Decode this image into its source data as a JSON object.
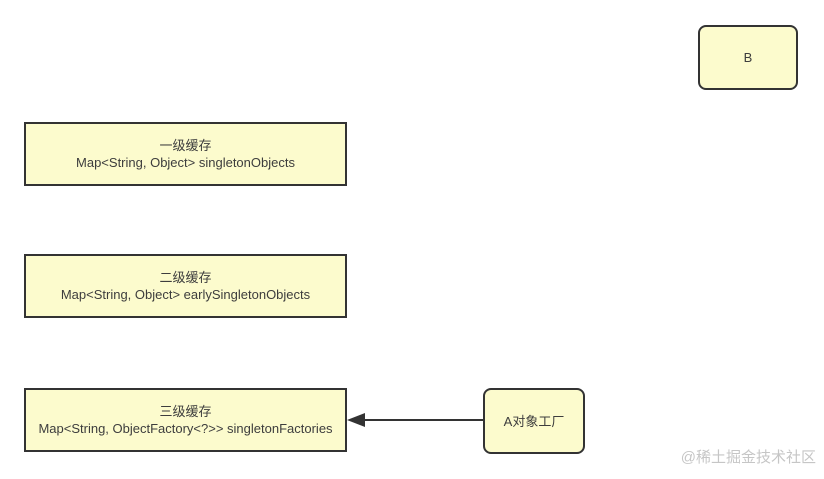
{
  "theme": {
    "page_bg": "#ffffff",
    "box_fill": "#fcfbcd",
    "box_border": "#333333",
    "text_color": "#3d3d3d",
    "watermark_color": "#c6c6c6"
  },
  "nodes": {
    "level1": {
      "title": "一级缓存",
      "subtitle": "Map<String, Object> singletonObjects"
    },
    "level2": {
      "title": "二级缓存",
      "subtitle": "Map<String, Object> earlySingletonObjects"
    },
    "level3": {
      "title": "三级缓存",
      "subtitle": "Map<String, ObjectFactory<?>> singletonFactories"
    },
    "factory": {
      "label": "A对象工厂"
    },
    "b": {
      "label": "B"
    }
  },
  "watermark": {
    "text": "@稀土掘金技术社区"
  }
}
